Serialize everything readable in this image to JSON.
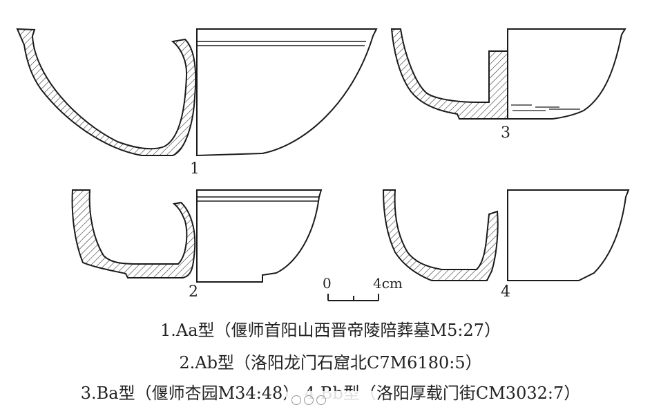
{
  "figure_numbers": {
    "n1": "1",
    "n2": "2",
    "n3": "3",
    "n4": "4"
  },
  "scale": {
    "start": "0",
    "end": "4cm"
  },
  "captions": {
    "line1": "1.Aa型（偃师首阳山西晋帝陵陪葬墓M5:27）",
    "line2": "2.Ab型（洛阳龙门石窟北C7M6180:5）",
    "line3": "3.Ba型（偃师杏园M34:48）  4.Bb型（洛阳厚载门街CM3032:7）"
  },
  "colors": {
    "line": "#1a1a1a",
    "hatch": "#333333",
    "background": "#ffffff"
  }
}
